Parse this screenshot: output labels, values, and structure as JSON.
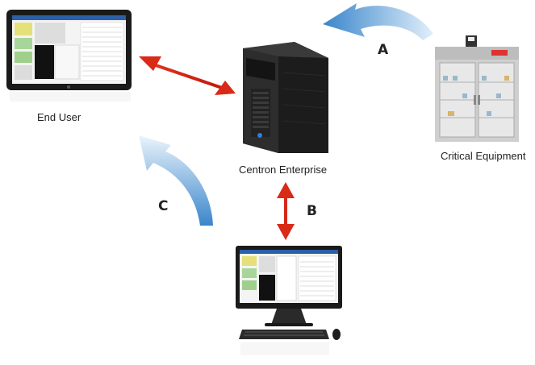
{
  "nodes": {
    "end_user": {
      "label": "End User"
    },
    "server": {
      "label": "Centron Enterprise"
    },
    "equipment": {
      "label": "Critical Equipment"
    },
    "workstation": {
      "label": ""
    }
  },
  "flows": {
    "a": {
      "letter": "A"
    },
    "b": {
      "letter": "B"
    },
    "c": {
      "letter": "C"
    }
  }
}
